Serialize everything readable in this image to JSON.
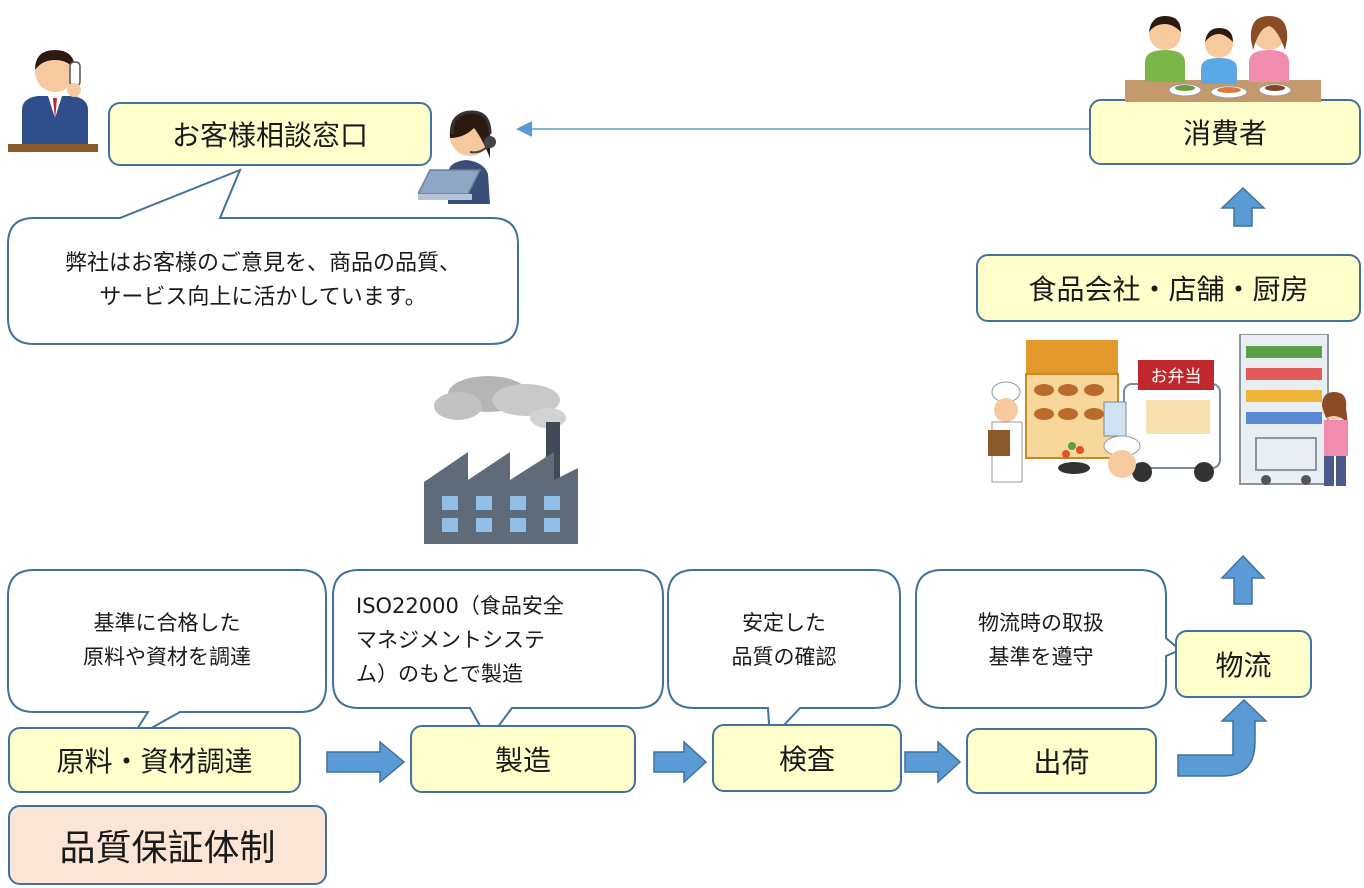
{
  "title": "品質保証体制",
  "flow": {
    "raw_materials": "原料・資材調達",
    "manufacturing": "製造",
    "inspection": "検査",
    "shipping": "出荷",
    "logistics": "物流",
    "food_companies": "食品会社・店舗・厨房",
    "consumers": "消費者",
    "customer_service": "お客様相談窓口"
  },
  "bubbles": {
    "raw_materials": [
      "基準に合格した",
      "原料や資材を調達"
    ],
    "manufacturing": [
      "ISO22000（食品安全",
      "マネジメントシステ",
      "ム）のもとで製造"
    ],
    "inspection": [
      "安定した",
      "品質の確認"
    ],
    "shipping": [
      "物流時の取扱",
      "基準を遵守"
    ],
    "customer_service": [
      "弊社はお客様のご意見を、商品の品質、",
      "サービス向上に活かしています。"
    ]
  },
  "shop_sign": "お弁当",
  "colors": {
    "box_fill": "#ffffcc",
    "title_fill": "#fbe5d6",
    "border": "#41719c",
    "arrow_fill": "#5b9bd5",
    "feedback_line": "#5b9bd5"
  }
}
